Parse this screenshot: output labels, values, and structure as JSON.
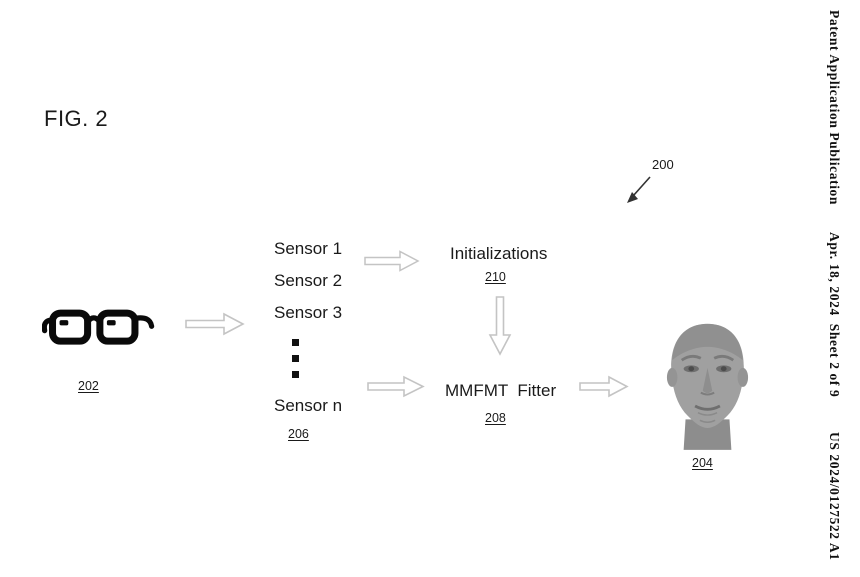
{
  "header": {
    "publication": "Patent Application Publication",
    "date_sheet": "Apr. 18, 2024  Sheet 2 of 9",
    "patent_number": "US 2024/0127522 A1"
  },
  "figure": {
    "label": "FIG. 2",
    "system_ref": "200"
  },
  "diagram": {
    "glasses": {
      "icon": "smart-glasses-icon",
      "ref": "202"
    },
    "sensors": {
      "items": [
        "Sensor 1",
        "Sensor 2",
        "Sensor 3"
      ],
      "last": "Sensor n",
      "ref": "206"
    },
    "initializations": {
      "label": "Initializations",
      "ref": "210"
    },
    "fitter": {
      "label": "MMFMT  Fitter",
      "ref": "208"
    },
    "head": {
      "icon": "face-model-icon",
      "ref": "204"
    },
    "colors": {
      "arrow_outline": "#c4c4c4",
      "arrow_fill": "#ffffff",
      "text": "#1a1a1a",
      "model_gray": "#a0a0a0"
    }
  }
}
